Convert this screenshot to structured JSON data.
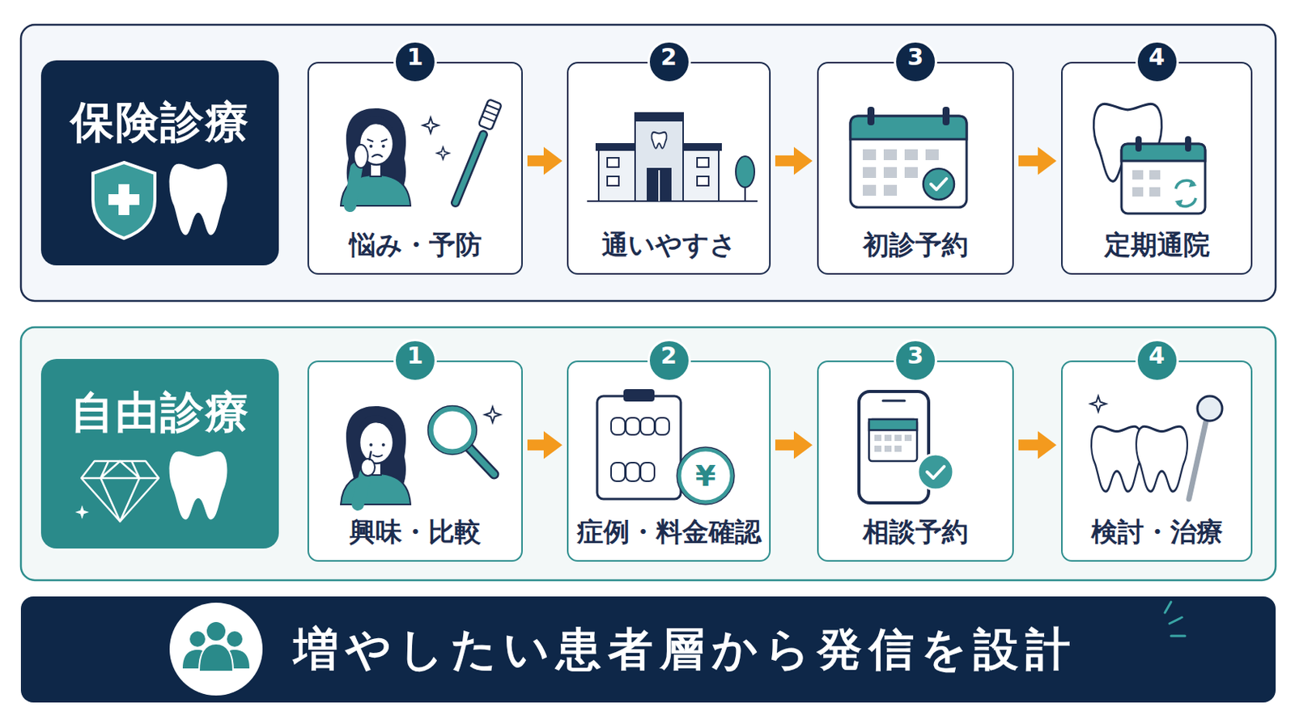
{
  "diagram": {
    "nodes": [
      {
        "text": [
          "保険診療"
        ]
      },
      {
        "text": [
          "悩み・予防"
        ]
      },
      {
        "text": [
          "1"
        ],
        "in": 1
      },
      {
        "text": [
          "通いやすさ"
        ]
      },
      {
        "text": [
          "2"
        ],
        "in": 3
      },
      {
        "text": [
          "初診予約"
        ]
      },
      {
        "text": [
          "3"
        ],
        "in": 5
      },
      {
        "text": [
          "定期通院"
        ]
      },
      {
        "text": [
          "4"
        ],
        "in": 7
      },
      {
        "text": [
          "自由診療"
        ]
      },
      {
        "text": [
          "興味・比較"
        ]
      },
      {
        "text": [
          "1"
        ],
        "in": 10
      },
      {
        "text": [
          "症例・料金確認"
        ]
      },
      {
        "text": [
          "2"
        ],
        "in": 12
      },
      {
        "text": [
          "相談予約"
        ]
      },
      {
        "text": [
          "3"
        ],
        "in": 14
      },
      {
        "text": [
          "検討・治療"
        ]
      },
      {
        "text": [
          "4"
        ],
        "in": 16
      },
      {
        "text": [
          "増やしたい患者層から発信を設計"
        ]
      }
    ],
    "edges": [
      {
        "from": 1,
        "to": 3,
        "arrow": "to"
      },
      {
        "from": 3,
        "to": 5,
        "arrow": "to"
      },
      {
        "from": 5,
        "to": 7,
        "arrow": "to"
      },
      {
        "from": 10,
        "to": 12,
        "arrow": "to"
      },
      {
        "from": 12,
        "to": 14,
        "arrow": "to"
      },
      {
        "from": 14,
        "to": 16,
        "arrow": "to"
      }
    ],
    "labels": [
      "¥"
    ]
  }
}
